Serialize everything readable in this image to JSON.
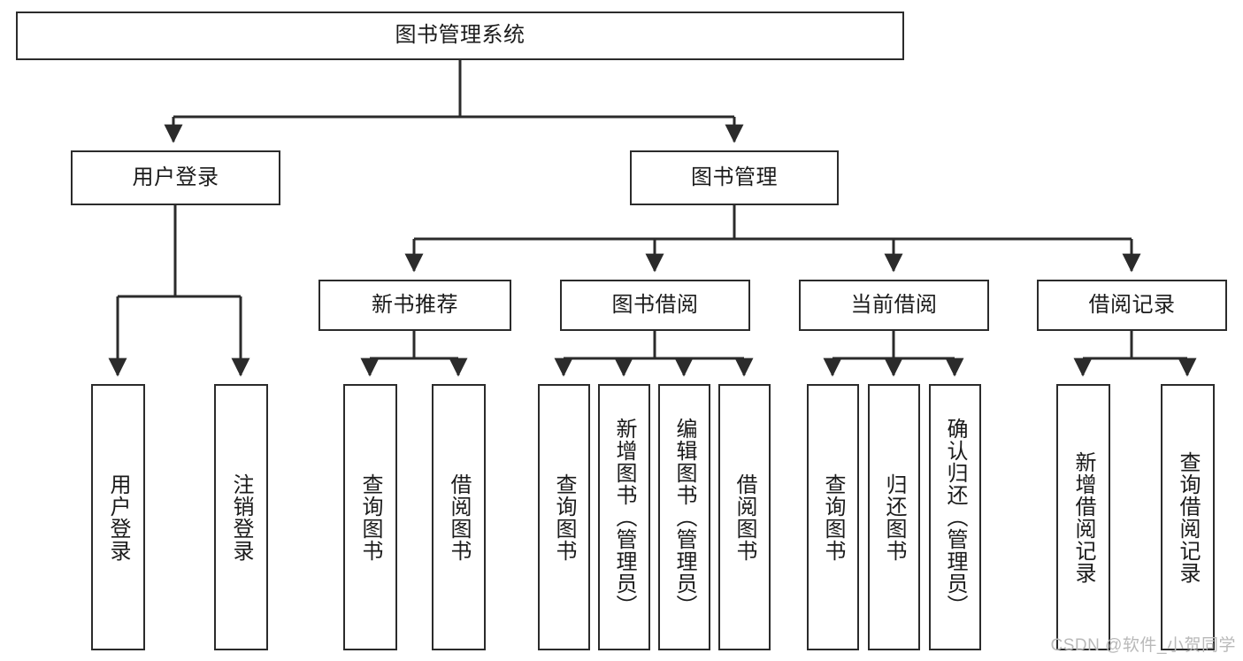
{
  "diagram": {
    "type": "tree-hierarchy-chart",
    "title": "图书管理系统",
    "watermark": "CSDN @软件_小贺同学",
    "colors": {
      "stroke": "#2b2b2b",
      "fill": "#ffffff",
      "text": "#1b1b1b",
      "watermark": "#b9b9b9"
    },
    "levels": {
      "root_label": "图书管理系统",
      "level2": [
        {
          "label": "用户登录"
        },
        {
          "label": "图书管理"
        }
      ],
      "level3": [
        {
          "label": "新书推荐"
        },
        {
          "label": "图书借阅"
        },
        {
          "label": "当前借阅"
        },
        {
          "label": "借阅记录"
        }
      ]
    },
    "nodes": {
      "root": {
        "label": "图书管理系统"
      },
      "user_login": {
        "label": "用户登录"
      },
      "book_manage": {
        "label": "图书管理"
      },
      "new_book_rec": {
        "label": "新书推荐"
      },
      "book_borrow": {
        "label": "图书借阅"
      },
      "current_borrow": {
        "label": "当前借阅"
      },
      "borrow_record": {
        "label": "借阅记录"
      },
      "leaf_user_login": {
        "label": "用户登录"
      },
      "leaf_logout": {
        "label": "注销登录"
      },
      "leaf_query_book_1": {
        "label": "查询图书"
      },
      "leaf_borrow_book_1": {
        "label": "借阅图书"
      },
      "leaf_query_book_2": {
        "label": "查询图书"
      },
      "leaf_add_book": {
        "label": "新增图书（管理员）"
      },
      "leaf_edit_book": {
        "label": "编辑图书（管理员）"
      },
      "leaf_borrow_book_2": {
        "label": "借阅图书"
      },
      "leaf_query_book_3": {
        "label": "查询图书"
      },
      "leaf_return_book": {
        "label": "归还图书"
      },
      "leaf_confirm_return": {
        "label": "确认归还（管理员）"
      },
      "leaf_add_record": {
        "label": "新增借阅记录"
      },
      "leaf_query_record": {
        "label": "查询借阅记录"
      }
    },
    "edges": [
      {
        "from": "root",
        "to": "用户登录"
      },
      {
        "from": "root",
        "to": "图书管理"
      },
      {
        "from": "用户登录",
        "to": "用户登录"
      },
      {
        "from": "用户登录",
        "to": "注销登录"
      },
      {
        "from": "图书管理",
        "to": "新书推荐"
      },
      {
        "from": "图书管理",
        "to": "图书借阅"
      },
      {
        "from": "图书管理",
        "to": "当前借阅"
      },
      {
        "from": "图书管理",
        "to": "借阅记录"
      },
      {
        "from": "新书推荐",
        "to": "查询图书"
      },
      {
        "from": "新书推荐",
        "to": "借阅图书"
      },
      {
        "from": "图书借阅",
        "to": "查询图书"
      },
      {
        "from": "图书借阅",
        "to": "新增图书（管理员）"
      },
      {
        "from": "图书借阅",
        "to": "编辑图书（管理员）"
      },
      {
        "from": "图书借阅",
        "to": "借阅图书"
      },
      {
        "from": "当前借阅",
        "to": "查询图书"
      },
      {
        "from": "当前借阅",
        "to": "归还图书"
      },
      {
        "from": "当前借阅",
        "to": "确认归还（管理员）"
      },
      {
        "from": "借阅记录",
        "to": "新增借阅记录"
      },
      {
        "from": "借阅记录",
        "to": "查询借阅记录"
      }
    ]
  }
}
